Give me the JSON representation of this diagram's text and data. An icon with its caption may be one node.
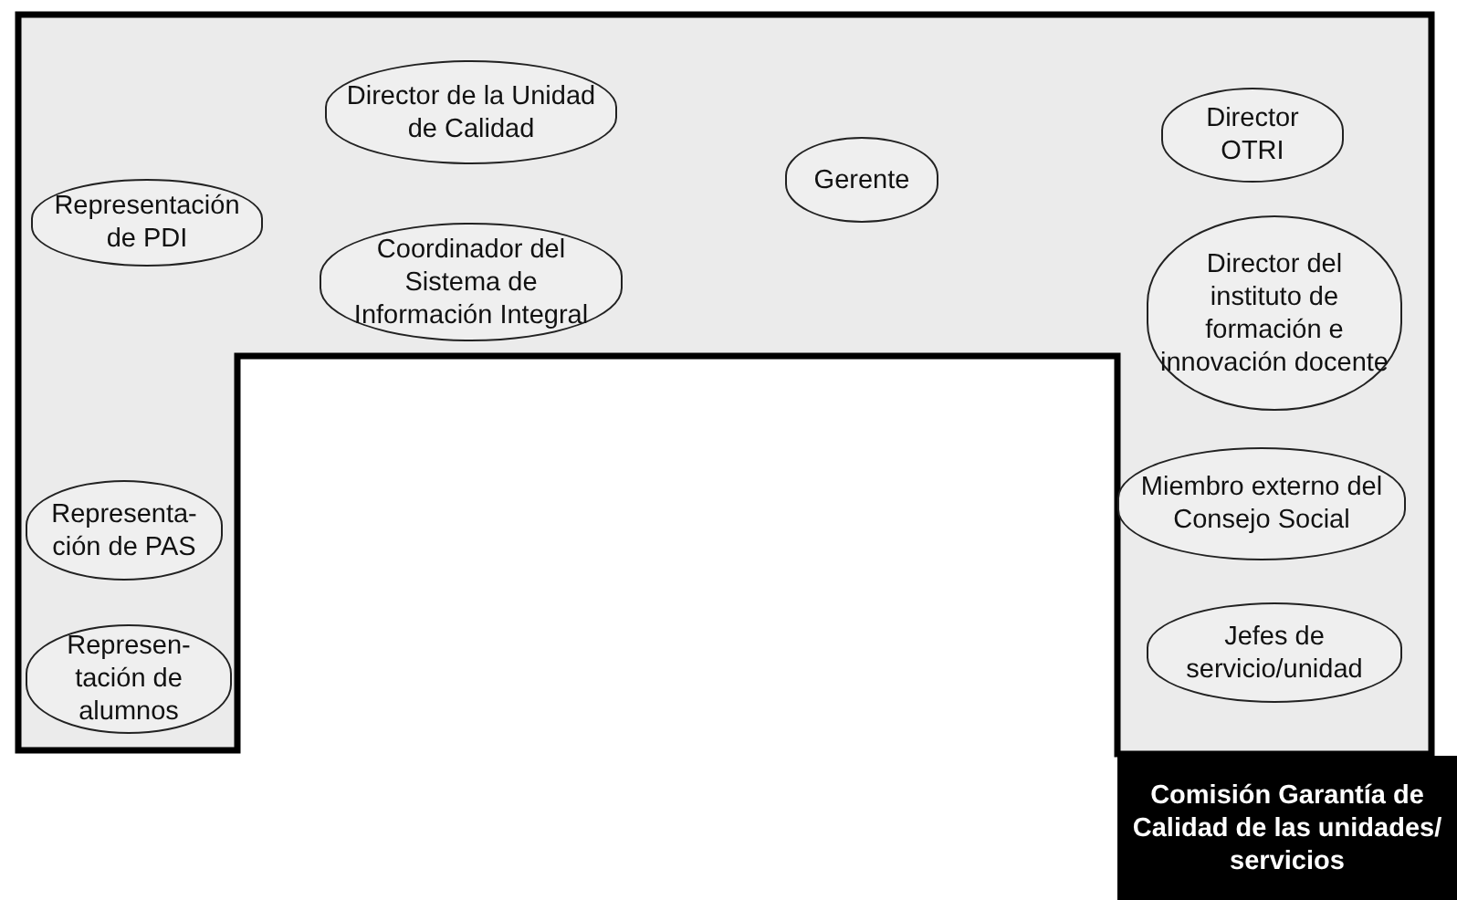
{
  "diagram": {
    "nodes": [
      {
        "text": [],
        "shape": "band"
      },
      {
        "text": [
          "Director de la Unidad de Calidad"
        ],
        "in": 0
      },
      {
        "text": [
          "Director OTRI"
        ],
        "in": 0
      },
      {
        "text": [
          "Gerente"
        ],
        "in": 0
      },
      {
        "text": [
          "Representación de PDI"
        ],
        "in": 0
      },
      {
        "text": [
          "Coordinador del Sistema de Información Integral"
        ],
        "in": 0
      },
      {
        "text": [
          "Director del instituto de formación e innovación docente"
        ],
        "in": 0
      },
      {
        "text": [
          "Miembro externo del Consejo Social"
        ],
        "in": 0
      },
      {
        "text": [
          "Representa- ción de PAS"
        ],
        "in": 0
      },
      {
        "text": [
          "Jefes de servicio/unidad"
        ],
        "in": 0
      },
      {
        "text": [
          "Represen- tación de alumnos"
        ],
        "in": 0
      },
      {
        "text": [
          "Comisión Garantía de Calidad de las unidades/ servicios"
        ]
      }
    ],
    "edges": []
  }
}
